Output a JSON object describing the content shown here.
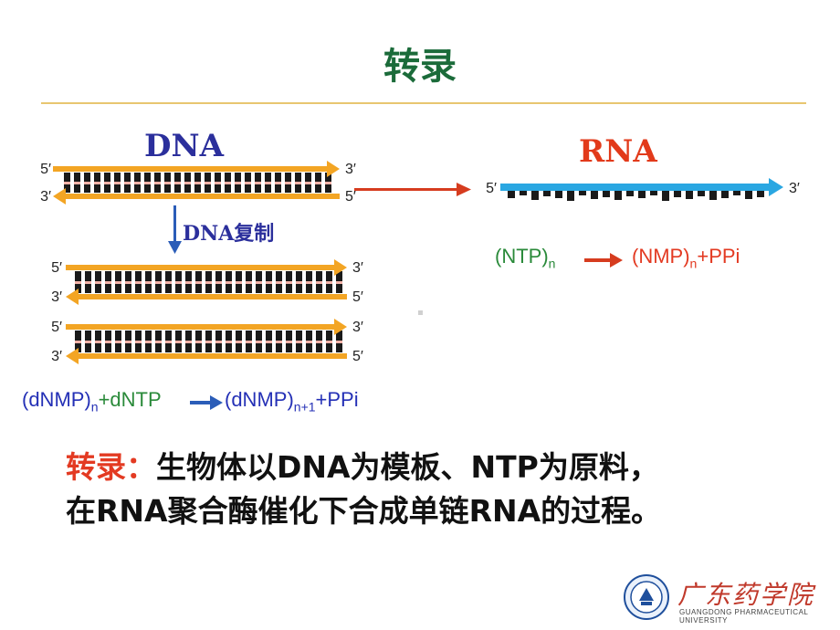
{
  "title": "转录",
  "dna_label": "DNA",
  "rna_label": "RNA",
  "replication_label": "DNA复制",
  "primes": {
    "five": "5′",
    "three": "3′"
  },
  "rna_equation": {
    "left": "(NTP)",
    "left_sub": "n",
    "right": "(NMP)",
    "right_sub": "n",
    "right_tail": "+PPi"
  },
  "dna_equation": {
    "a": "(dNMP)",
    "a_sub": "n",
    "b": "+dNTP",
    "c": "(dNMP)",
    "c_sub": "n+1",
    "d": "+PPi"
  },
  "definition": {
    "term": "转录：",
    "line1": "生物体以DNA为模板、NTP为原料，",
    "line2": "在RNA聚合酶催化下合成单链RNA的过程。"
  },
  "logo": {
    "school_name": "广东药学院",
    "school_english": "GUANGDONG PHARMACEUTICAL UNIVERSITY"
  },
  "colors": {
    "title": "#1b6b3a",
    "strand_orange": "#f3a524",
    "rna_blue": "#2aa7e2",
    "arrow_red": "#d63c1f",
    "arrow_blue": "#2b5db8",
    "base_pink": "#f2b2a8",
    "base_dark": "#1a1a1a"
  }
}
